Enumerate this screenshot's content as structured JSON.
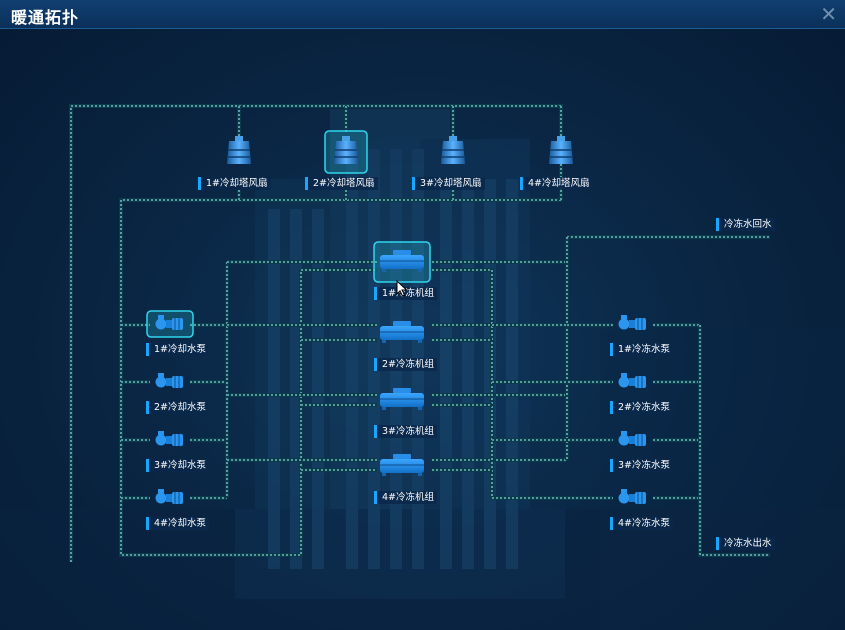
{
  "window": {
    "title": "暖通拓扑",
    "close_symbol": "✕",
    "close_icon": "close-icon"
  },
  "colors": {
    "background": "#0a2745",
    "pipe": "#7fd8d8",
    "accent": "#19a6ff",
    "device": "#1e8fe6",
    "highlight": "#2fd6ee"
  },
  "cooling_towers": [
    {
      "label": "1#冷却塔风扇",
      "icon": "cooling-tower-icon",
      "selected": false
    },
    {
      "label": "2#冷却塔风扇",
      "icon": "cooling-tower-icon",
      "selected": true
    },
    {
      "label": "3#冷却塔风扇",
      "icon": "cooling-tower-icon",
      "selected": false
    },
    {
      "label": "4#冷却塔风扇",
      "icon": "cooling-tower-icon",
      "selected": false
    }
  ],
  "chillers": [
    {
      "label": "1#冷冻机组",
      "icon": "chiller-icon",
      "selected": true
    },
    {
      "label": "2#冷冻机组",
      "icon": "chiller-icon",
      "selected": false
    },
    {
      "label": "3#冷冻机组",
      "icon": "chiller-icon",
      "selected": false
    },
    {
      "label": "4#冷冻机组",
      "icon": "chiller-icon",
      "selected": false
    }
  ],
  "cooling_pumps": [
    {
      "label": "1#冷却水泵",
      "icon": "pump-icon",
      "selected": true
    },
    {
      "label": "2#冷却水泵",
      "icon": "pump-icon",
      "selected": false
    },
    {
      "label": "3#冷却水泵",
      "icon": "pump-icon",
      "selected": false
    },
    {
      "label": "4#冷却水泵",
      "icon": "pump-icon",
      "selected": false
    }
  ],
  "chilled_pumps": [
    {
      "label": "1#冷冻水泵",
      "icon": "pump-icon",
      "selected": false
    },
    {
      "label": "2#冷冻水泵",
      "icon": "pump-icon",
      "selected": false
    },
    {
      "label": "3#冷冻水泵",
      "icon": "pump-icon",
      "selected": false
    },
    {
      "label": "4#冷冻水泵",
      "icon": "pump-icon",
      "selected": false
    }
  ],
  "ports": {
    "return_label": "冷冻水回水",
    "supply_label": "冷冻水出水"
  },
  "cursor_icon": "mouse-pointer-icon"
}
